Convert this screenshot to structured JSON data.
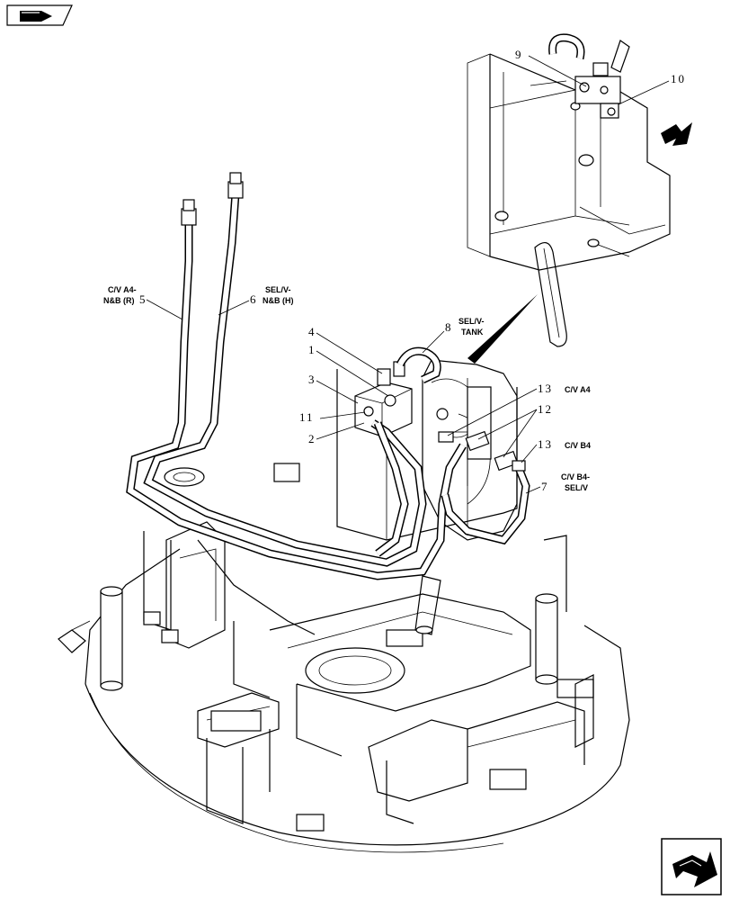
{
  "labels": {
    "callouts": [
      {
        "num": "1"
      },
      {
        "num": "2"
      },
      {
        "num": "3"
      },
      {
        "num": "4"
      },
      {
        "num": "5"
      },
      {
        "num": "6"
      },
      {
        "num": "7"
      },
      {
        "num": "8"
      },
      {
        "num": "9"
      },
      {
        "num": "10"
      },
      {
        "num": "11"
      },
      {
        "num": "12"
      },
      {
        "num": "13"
      },
      {
        "num": "13"
      }
    ],
    "texts": {
      "cv_a4_nb_r_1": "C/V A4-",
      "cv_a4_nb_r_2": "N&B (R)",
      "sel_v_nb_h_1": "SEL/V-",
      "sel_v_nb_h_2": "N&B (H)",
      "sel_v_tank_1": "SEL/V-",
      "sel_v_tank_2": "TANK",
      "cv_a4": "C/V A4",
      "cv_b4": "C/V B4",
      "cv_b4_sel_1": "C/V B4-",
      "cv_b4_sel_2": "SEL/V"
    }
  },
  "icons": {
    "top_left": "book-arrow-icon",
    "bottom_right": "next-page-arrow-icon",
    "direction": "view-direction-arrow-icon"
  }
}
